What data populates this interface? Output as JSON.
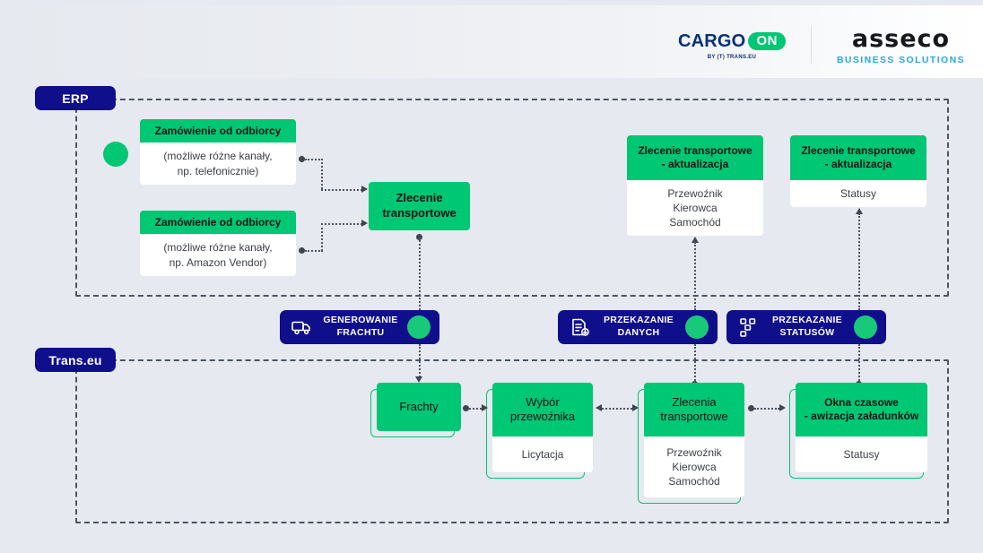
{
  "header": {
    "cargoon": {
      "word": "CARGO",
      "badge": "ON",
      "sub": "BY (T) TRANS.EU"
    },
    "asseco": {
      "word": "asseco",
      "sub": "BUSINESS SOLUTIONS"
    }
  },
  "lanes": {
    "erp_label": "ERP",
    "trans_label": "Trans.eu"
  },
  "erp": {
    "order1": {
      "title": "Zamówienie  od odbiorcy",
      "line1": "(możliwe różne kanały,",
      "line2": "np. telefonicznie)"
    },
    "order2": {
      "title": "Zamówienie  od odbiorcy",
      "line1": "(możliwe różne kanały,",
      "line2": "np. Amazon Vendor)"
    },
    "transport_order": {
      "line1": "Zlecenie",
      "line2": "transportowe"
    },
    "update_data": {
      "title_line1": "Zlecenie transportowe",
      "title_line2": "- aktualizacja",
      "body1": "Przewoźnik",
      "body2": "Kierowca",
      "body3": "Samochód"
    },
    "update_status": {
      "title_line1": "Zlecenie transportowe",
      "title_line2": "- aktualizacja",
      "body1": "Statusy"
    }
  },
  "pills": [
    {
      "icon": "truck-icon",
      "line1": "GENEROWANIE",
      "line2": "FRACHTU"
    },
    {
      "icon": "document-transfer-icon",
      "line1": "PRZEKAZANIE",
      "line2": "DANYCH"
    },
    {
      "icon": "nodes-icon",
      "line1": "PRZEKAZANIE",
      "line2": "STATUSÓW"
    }
  ],
  "transeu": {
    "freights": {
      "line1": "Frachty"
    },
    "carrier_choice": {
      "title_line1": "Wybór",
      "title_line2": "przewoźnika",
      "body1": "Licytacja"
    },
    "transport_orders": {
      "title_line1": "Zlecenia",
      "title_line2": "transportowe",
      "body1": "Przewoźnik",
      "body2": "Kierowca",
      "body3": "Samochód"
    },
    "time_windows": {
      "title_line1": "Okna czasowe",
      "title_line2": "- awizacja załadunków",
      "body1": "Statusy"
    }
  },
  "colors": {
    "background": "#e6e9ef",
    "navy": "#0f0f8c",
    "green": "#00c774",
    "connector": "#4b5563"
  }
}
